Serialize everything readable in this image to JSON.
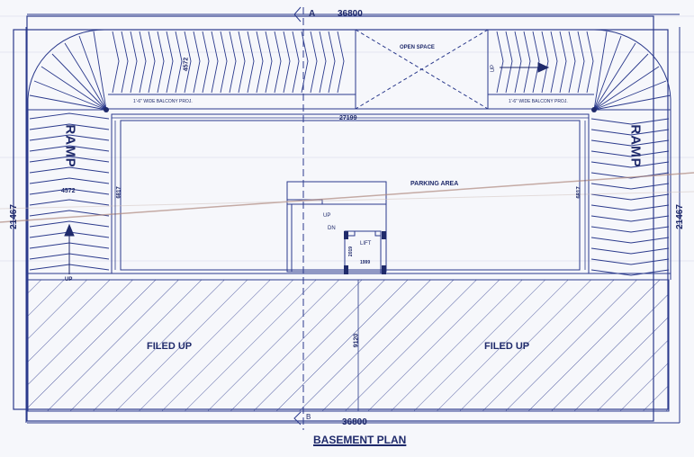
{
  "drawing": {
    "title": "BASEMENT PLAN",
    "colors": {
      "ink": "#1f2a6b",
      "line": "#2b3a8c",
      "paper": "#f6f7fb",
      "pencil": "#b08a80"
    }
  },
  "dimensions": {
    "overall_width_top": "36800",
    "overall_width_bottom": "36800",
    "overall_height_left": "21467",
    "overall_height_right": "21467",
    "inner_width": "27199",
    "ramp_top_left_length": "4572",
    "ramp_left_width": "4572",
    "inner_height_left": "6817",
    "inner_height_right": "6817",
    "filled_depth": "9120",
    "lift_depth": "2019",
    "lift_width": "1999"
  },
  "section_markers": {
    "top": "A",
    "bottom": "B"
  },
  "labels": {
    "open_space": "OPEN SPACE",
    "parking_area": "PARKING AREA",
    "ramp_left": "RAMP",
    "ramp_right": "RAMP",
    "balcony_left": "1'-6\" WIDE BALCONY PROJ.",
    "balcony_right": "1'-6\" WIDE BALCONY PROJ.",
    "stair_up": "UP",
    "stair_down": "DN",
    "lift": "LIFT",
    "ramp_up": "UP",
    "lift_arrow": "UP",
    "filled_left": "FILED UP",
    "filled_right": "FILED UP"
  }
}
